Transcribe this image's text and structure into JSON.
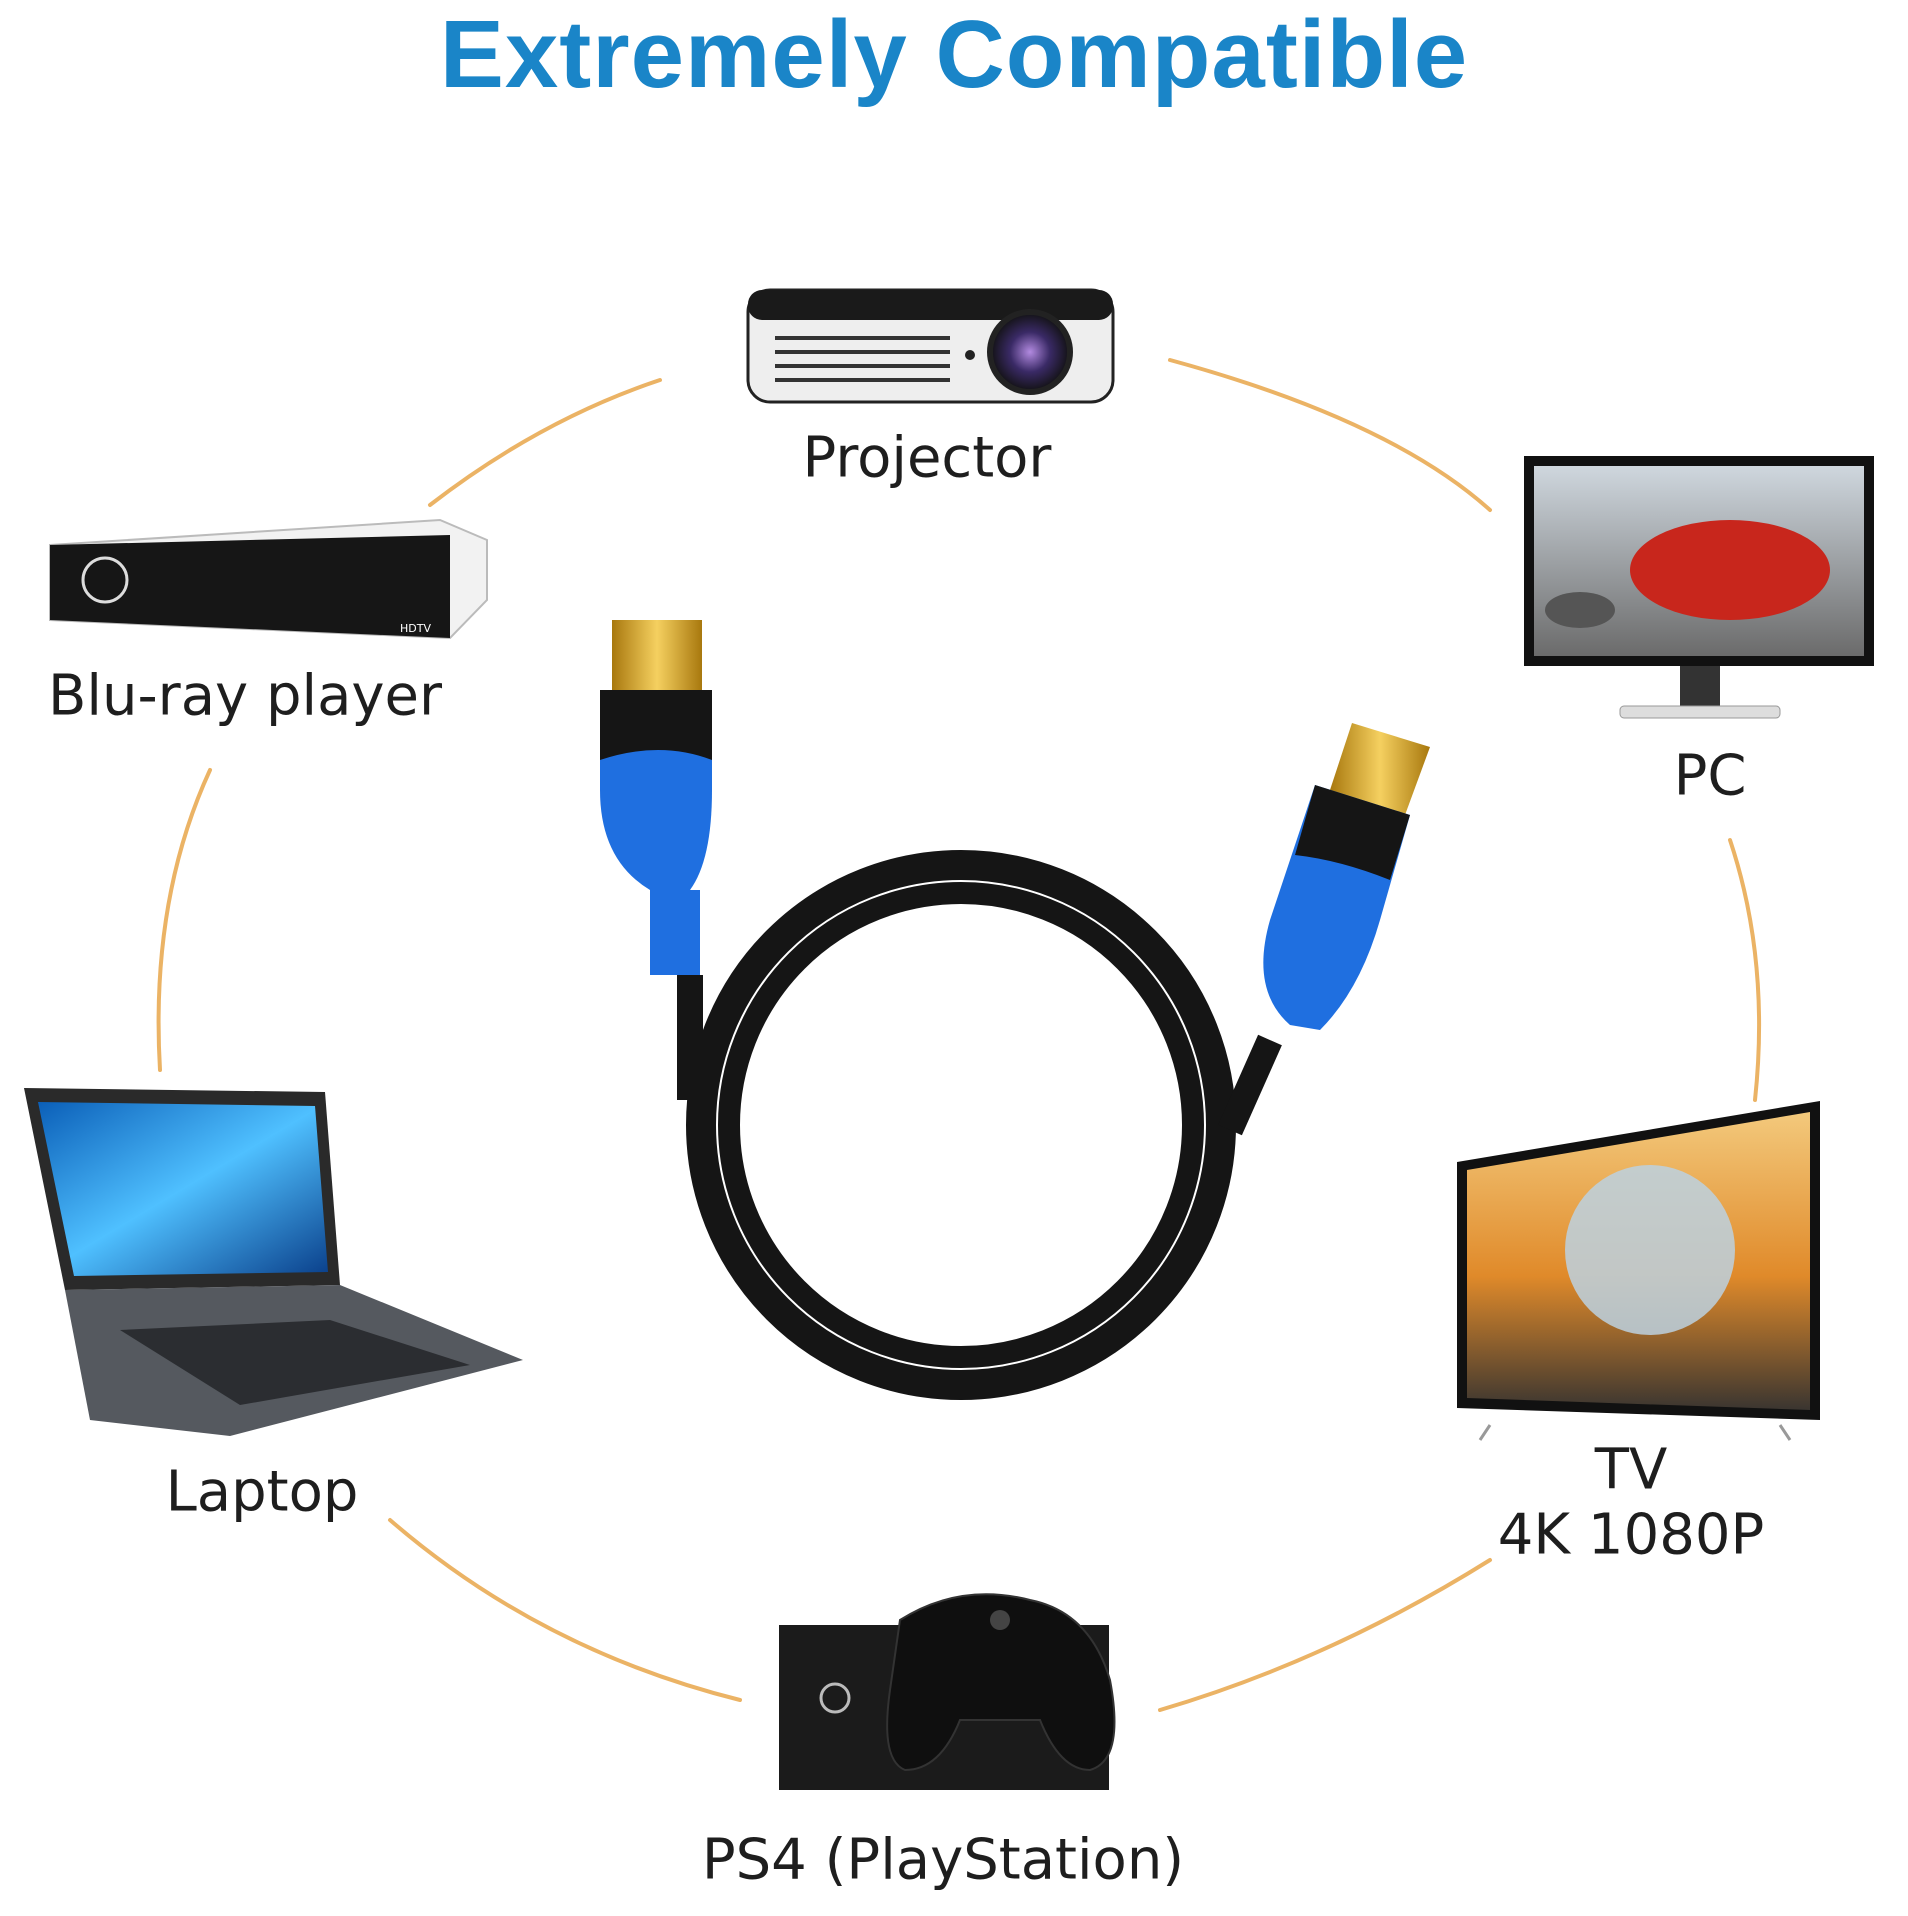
{
  "title": "Extremely Compatible",
  "devices": {
    "projector": "Projector",
    "bluray": "Blu-ray player",
    "pc": "PC",
    "laptop": "Laptop",
    "tv": "TV",
    "tv_resolution": "4K 1080P",
    "console": "PS4 (PlayStation)"
  },
  "colors": {
    "title": "#1a85c8",
    "arc": "#e8a64a",
    "connector_blue": "#1f6fe0",
    "cable": "#151515",
    "gold": "#d9a520"
  }
}
